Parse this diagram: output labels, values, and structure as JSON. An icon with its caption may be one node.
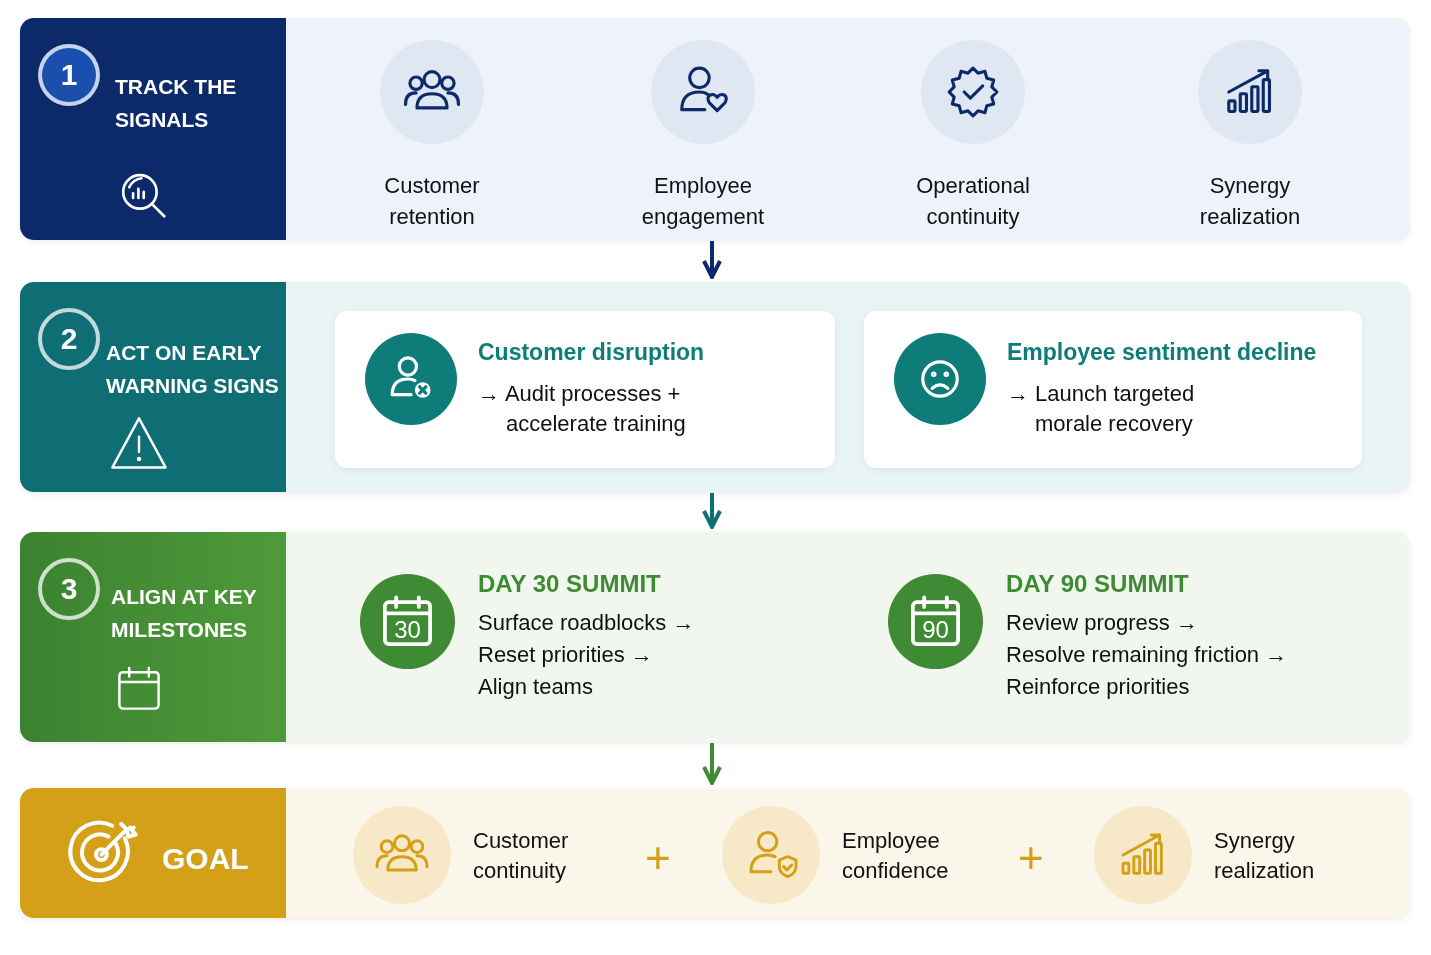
{
  "diagram": {
    "nodes": [
      {
        "text": [],
        "shape": "band"
      },
      {
        "text": [
          "1",
          "TRACK THE SIGNALS"
        ],
        "in": 0
      },
      {
        "text": [
          "Customer retention"
        ],
        "in": 0
      },
      {
        "text": [
          "Employee engagement"
        ],
        "in": 0
      },
      {
        "text": [
          "Operational continuity"
        ],
        "in": 0
      },
      {
        "text": [
          "Synergy realization"
        ],
        "in": 0
      },
      {
        "text": [],
        "shape": "band"
      },
      {
        "text": [
          "2",
          "ACT ON EARLY WARNING SIGNS"
        ],
        "in": 6
      },
      {
        "text": [
          "Customer disruption",
          "→ Audit processes + accelerate training"
        ],
        "in": 6
      },
      {
        "text": [
          "Employee sentiment decline",
          "→ Launch targeted morale recovery"
        ],
        "in": 6
      },
      {
        "text": [],
        "shape": "band"
      },
      {
        "text": [
          "3",
          "ALIGN AT KEY MILESTONES"
        ],
        "in": 10
      },
      {
        "text": [
          "30",
          "DAY 30 SUMMIT",
          "Surface roadblocks →",
          "Reset priorities →",
          "Align teams"
        ],
        "in": 10
      },
      {
        "text": [
          "90",
          "DAY 90 SUMMIT",
          "Review progress →",
          "Resolve remaining friction →",
          "Reinforce priorities"
        ],
        "in": 10
      },
      {
        "text": [],
        "shape": "band"
      },
      {
        "text": [
          "GOAL"
        ],
        "in": 14
      },
      {
        "text": [
          "Customer continuity"
        ],
        "in": 14
      },
      {
        "text": [
          "Employee confidence"
        ],
        "in": 14
      },
      {
        "text": [
          "Synergy realization"
        ],
        "in": 14
      }
    ],
    "edges": [
      {
        "from": 0,
        "to": 6,
        "arrow": "to",
        "color": "#0c2a6a"
      },
      {
        "from": 6,
        "to": 10,
        "arrow": "to",
        "color": "#0e6e74"
      },
      {
        "from": 10,
        "to": 14,
        "arrow": "to",
        "color": "#3f8a34"
      }
    ],
    "labels": [
      "+",
      "+"
    ]
  }
}
